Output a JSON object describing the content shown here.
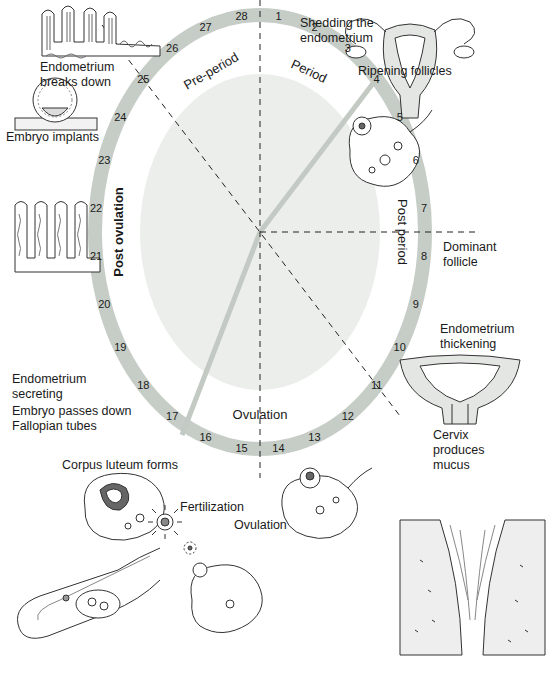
{
  "diagram": {
    "labels": [
      "Endometrium breaks down",
      "Shedding the endometrium",
      "Ripening follicles",
      "Pre-period",
      "Period",
      "Embryo implants",
      "Dominant follicle",
      "Post period",
      "Post ovulation",
      "Endometrium thickening",
      "Endometrium secreting",
      "Embryo passes down Fallopian tubes",
      "Cervix produces mucus",
      "Ovulation",
      "Corpus luteum forms",
      "Fertilization",
      "Ovulation",
      "1",
      "2",
      "3",
      "4",
      "5",
      "6",
      "7",
      "8",
      "9",
      "10",
      "11",
      "12",
      "13",
      "14",
      "15",
      "16",
      "17",
      "18",
      "19",
      "20",
      "21",
      "22",
      "23",
      "24",
      "25",
      "26",
      "27",
      "28"
    ]
  }
}
